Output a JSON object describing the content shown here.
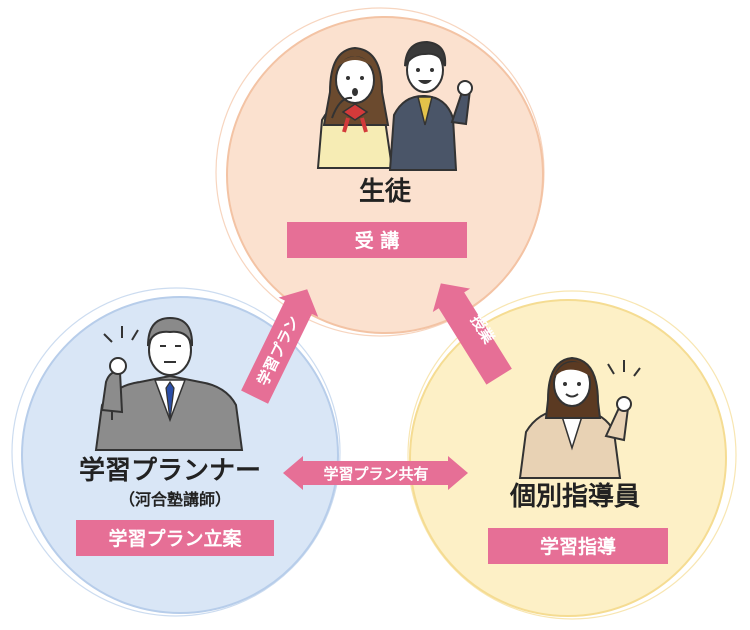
{
  "colors": {
    "student_circle_fill": "#fbe1cf",
    "student_circle_stroke": "#f3c3a4",
    "planner_circle_fill": "#d9e6f6",
    "planner_circle_stroke": "#b7cdea",
    "instructor_circle_fill": "#fdf0c6",
    "instructor_circle_stroke": "#f5dc92",
    "badge": "#e66f96",
    "arrow": "#e66f96"
  },
  "student": {
    "title": "生徒",
    "badge": "受 講",
    "illustration": "students-illustration"
  },
  "planner": {
    "title": "学習プランナー",
    "subtitle": "（河合塾講師）",
    "badge": "学習プラン立案",
    "illustration": "male-teacher-illustration"
  },
  "instructor": {
    "title": "個別指導員",
    "badge": "学習指導",
    "illustration": "female-instructor-illustration"
  },
  "arrows": {
    "planner_to_student": "学習プラン",
    "instructor_to_student": "授業",
    "shared": "学習プラン共有"
  }
}
